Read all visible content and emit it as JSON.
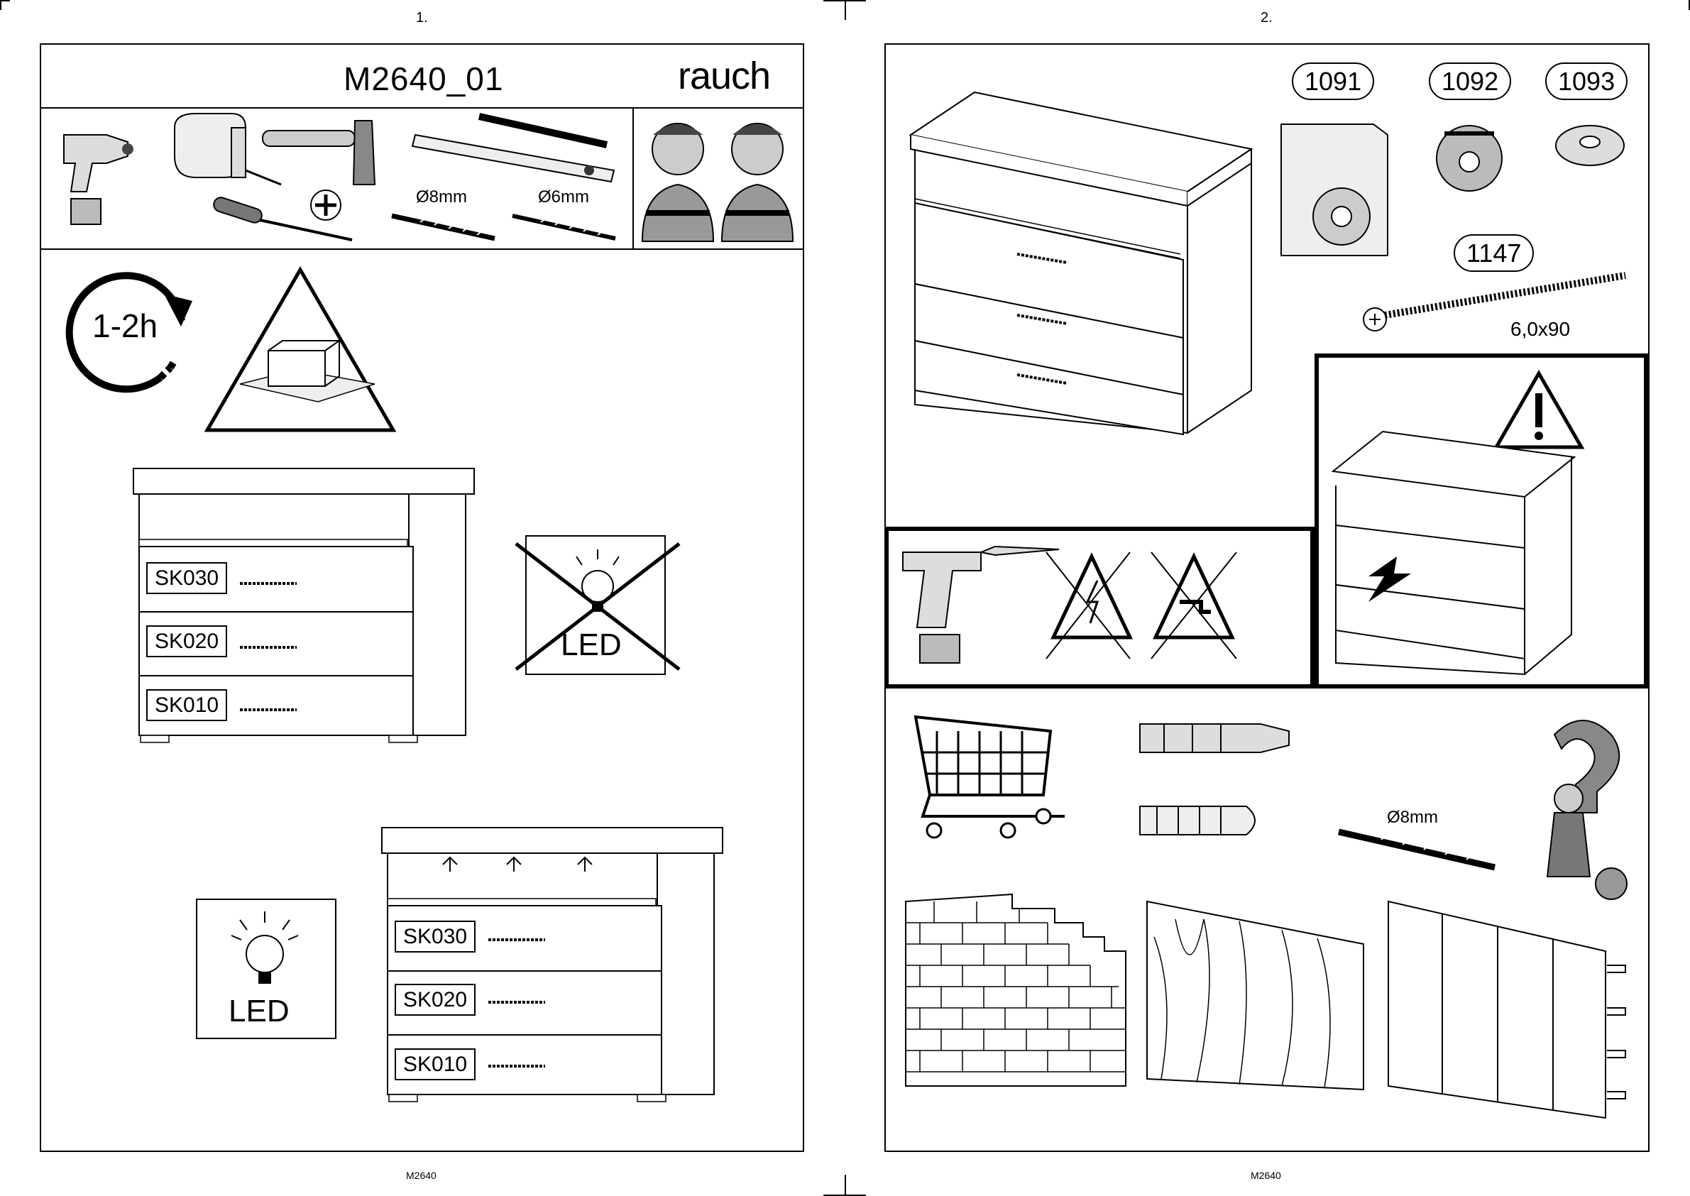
{
  "pages": [
    {
      "number": "1.",
      "title": "M2640_01",
      "brand": "rauch",
      "drill_bits": [
        "Ø8mm",
        "Ø6mm"
      ],
      "time": "1-2h",
      "drawer_labels": [
        "SK030",
        "SK020",
        "SK010"
      ],
      "led_label": "LED",
      "footer": "M2640"
    },
    {
      "number": "2.",
      "parts": [
        {
          "id": "1091"
        },
        {
          "id": "1092"
        },
        {
          "id": "1093"
        },
        {
          "id": "1147",
          "size": "6,0x90"
        }
      ],
      "drill_bit": "Ø8mm",
      "footer": "M2640"
    }
  ]
}
